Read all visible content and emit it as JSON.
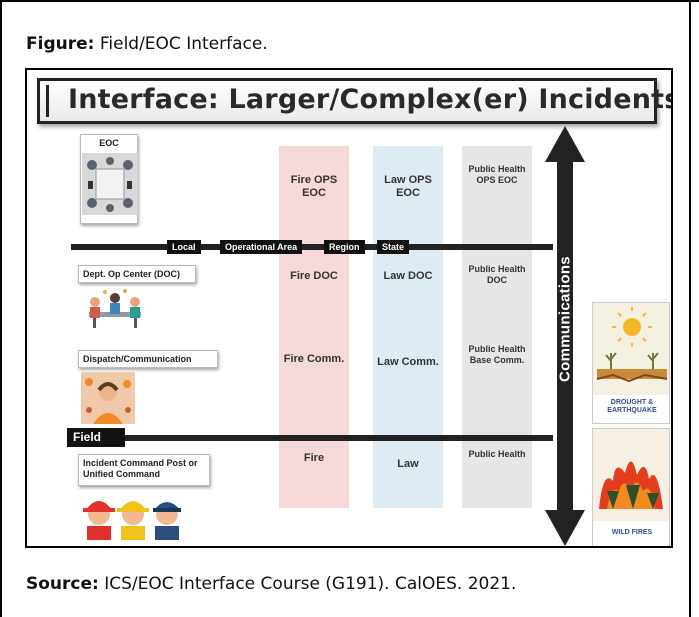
{
  "figure_label": "Figure:",
  "figure_title": "Field/EOC Interface.",
  "source_label": "Source:",
  "source_text": "ICS/EOC Interface Course (G191). CalOES. 2021.",
  "diagram": {
    "title": "Interface: Larger/Complex(er) Incidents",
    "rows": {
      "eoc": "EOC",
      "doc": "Dept. Op Center (DOC)",
      "dispatch": "Dispatch/Communication",
      "icp": "Incident Command Post or Unified Command"
    },
    "levels": [
      "Local",
      "Operational Area",
      "Region",
      "State"
    ],
    "field_label": "Field",
    "columns": {
      "fire": {
        "eoc": "Fire OPS EOC",
        "doc": "Fire DOC",
        "comm": "Fire Comm.",
        "field": "Fire"
      },
      "law": {
        "eoc": "Law OPS EOC",
        "doc": "Law DOC",
        "comm": "Law Comm.",
        "field": "Law"
      },
      "public_health": {
        "eoc": "Public Health OPS EOC",
        "doc": "Public Health DOC",
        "comm": "Public Health Base Comm.",
        "field": "Public Health"
      }
    },
    "communications": "Communications",
    "cards": [
      "DROUGHT & EARTHQUAKE",
      "WILD FIRES"
    ],
    "colors": {
      "fire_column": "#f4d9d8",
      "law_column": "#deebf2",
      "public_health_column": "#e6e6e6",
      "arrow": "#222222",
      "card_caption": "#2f4f8f"
    }
  }
}
